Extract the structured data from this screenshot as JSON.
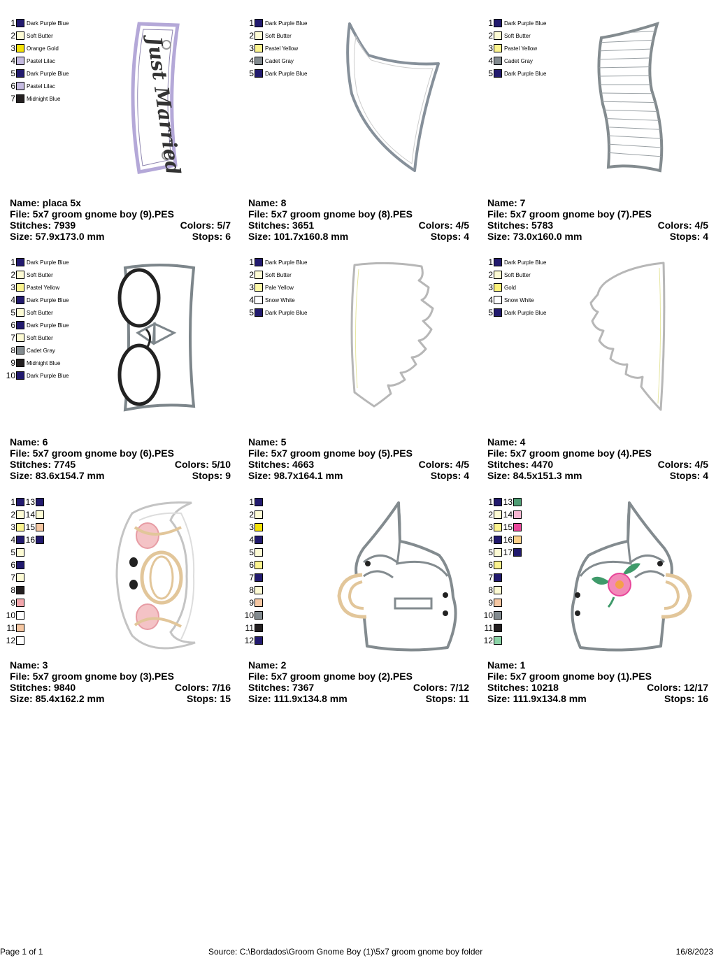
{
  "colors": {
    "dark_purple_blue": "#221a6e",
    "soft_butter": "#fdfbd4",
    "orange_gold": "#f4e206",
    "pastel_lilac": "#c5bbe0",
    "midnight_blue": "#231f20",
    "pastel_yellow": "#fcf48e",
    "cadet_gray": "#838b8f",
    "pale_yellow": "#fdf9a6",
    "snow_white": "#ffffff",
    "gold": "#fcf27a",
    "peach": "#f6c7a2",
    "pink": "#f2a6ac",
    "hot_pink": "#e8469a",
    "jade": "#4e9c73",
    "light_orange": "#fcd089",
    "mint": "#8bd3a7",
    "light_pink": "#f7b6d2"
  },
  "designs": [
    {
      "icon": "just-married-plaque-icon",
      "art_text": "Just Married",
      "legend": [
        {
          "n": "1",
          "color": "#221a6e",
          "name": "Dark Purple Blue"
        },
        {
          "n": "2",
          "color": "#fdfbd4",
          "name": "Soft Butter"
        },
        {
          "n": "3",
          "color": "#f4e206",
          "name": "Orange Gold"
        },
        {
          "n": "4",
          "color": "#c5bbe0",
          "name": "Pastel Lilac"
        },
        {
          "n": "5",
          "color": "#221a6e",
          "name": "Dark Purple Blue"
        },
        {
          "n": "6",
          "color": "#c5bbe0",
          "name": "Pastel Lilac"
        },
        {
          "n": "7",
          "color": "#231f20",
          "name": "Midnight Blue"
        }
      ],
      "name_label": "Name: placa 5x",
      "file_label": "File: 5x7 groom gnome boy (9).PES",
      "stitches_label": "Stitches: 7939",
      "colors_label": "Colors: 5/7",
      "size_label": "Size: 57.9x173.0 mm",
      "stops_label": "Stops: 6"
    },
    {
      "icon": "hat-tip-icon",
      "legend": [
        {
          "n": "1",
          "color": "#221a6e",
          "name": "Dark Purple Blue"
        },
        {
          "n": "2",
          "color": "#fdfbd4",
          "name": "Soft Butter"
        },
        {
          "n": "3",
          "color": "#fcf48e",
          "name": "Pastel Yellow"
        },
        {
          "n": "4",
          "color": "#838b8f",
          "name": "Cadet Gray"
        },
        {
          "n": "5",
          "color": "#221a6e",
          "name": "Dark Purple Blue"
        }
      ],
      "name_label": "Name: 8",
      "file_label": "File: 5x7 groom gnome boy (8).PES",
      "stitches_label": "Stitches: 3651",
      "colors_label": "Colors: 4/5",
      "size_label": "Size: 101.7x160.8 mm",
      "stops_label": "Stops: 4"
    },
    {
      "icon": "striped-hat-icon",
      "legend": [
        {
          "n": "1",
          "color": "#221a6e",
          "name": "Dark Purple Blue"
        },
        {
          "n": "2",
          "color": "#fdfbd4",
          "name": "Soft Butter"
        },
        {
          "n": "3",
          "color": "#fcf48e",
          "name": "Pastel Yellow"
        },
        {
          "n": "4",
          "color": "#838b8f",
          "name": "Cadet Gray"
        },
        {
          "n": "5",
          "color": "#221a6e",
          "name": "Dark Purple Blue"
        }
      ],
      "name_label": "Name: 7",
      "file_label": "File: 5x7 groom gnome boy (7).PES",
      "stitches_label": "Stitches: 5783",
      "colors_label": "Colors: 4/5",
      "size_label": "Size: 73.0x160.0 mm",
      "stops_label": "Stops: 4"
    },
    {
      "icon": "glasses-bowtie-icon",
      "legend": [
        {
          "n": "1",
          "color": "#221a6e",
          "name": "Dark Purple Blue"
        },
        {
          "n": "2",
          "color": "#fdfbd4",
          "name": "Soft Butter"
        },
        {
          "n": "3",
          "color": "#fcf48e",
          "name": "Pastel Yellow"
        },
        {
          "n": "4",
          "color": "#221a6e",
          "name": "Dark Purple Blue"
        },
        {
          "n": "5",
          "color": "#fdfbd4",
          "name": "Soft Butter"
        },
        {
          "n": "6",
          "color": "#221a6e",
          "name": "Dark Purple Blue"
        },
        {
          "n": "7",
          "color": "#fdfbd4",
          "name": "Soft Butter"
        },
        {
          "n": "8",
          "color": "#838b8f",
          "name": "Cadet Gray"
        },
        {
          "n": "9",
          "color": "#231f20",
          "name": "Midnight Blue"
        },
        {
          "n": "10",
          "color": "#221a6e",
          "name": "Dark Purple Blue"
        }
      ],
      "name_label": "Name: 6",
      "file_label": "File: 5x7 groom gnome boy (6).PES",
      "stitches_label": "Stitches: 7745",
      "colors_label": "Colors: 5/10",
      "size_label": "Size: 83.6x154.7 mm",
      "stops_label": "Stops: 9"
    },
    {
      "icon": "beard-left-icon",
      "legend": [
        {
          "n": "1",
          "color": "#221a6e",
          "name": "Dark Purple Blue"
        },
        {
          "n": "2",
          "color": "#fdfbd4",
          "name": "Soft Butter"
        },
        {
          "n": "3",
          "color": "#fdf9a6",
          "name": "Pale Yellow"
        },
        {
          "n": "4",
          "color": "#ffffff",
          "name": "Snow White"
        },
        {
          "n": "5",
          "color": "#221a6e",
          "name": "Dark Purple Blue"
        }
      ],
      "name_label": "Name: 5",
      "file_label": "File: 5x7 groom gnome boy (5).PES",
      "stitches_label": "Stitches: 4663",
      "colors_label": "Colors: 4/5",
      "size_label": "Size: 98.7x164.1 mm",
      "stops_label": "Stops: 4"
    },
    {
      "icon": "beard-right-icon",
      "legend": [
        {
          "n": "1",
          "color": "#221a6e",
          "name": "Dark Purple Blue"
        },
        {
          "n": "2",
          "color": "#fdfbd4",
          "name": "Soft Butter"
        },
        {
          "n": "3",
          "color": "#fcf27a",
          "name": "Gold"
        },
        {
          "n": "4",
          "color": "#ffffff",
          "name": "Snow White"
        },
        {
          "n": "5",
          "color": "#221a6e",
          "name": "Dark Purple Blue"
        }
      ],
      "name_label": "Name: 4",
      "file_label": "File: 5x7 groom gnome boy (4).PES",
      "stitches_label": "Stitches: 4470",
      "colors_label": "Colors: 4/5",
      "size_label": "Size: 84.5x151.3 mm",
      "stops_label": "Stops: 4"
    },
    {
      "icon": "gnome-face-icon",
      "legend": [
        {
          "n": "1",
          "color": "#221a6e"
        },
        {
          "n": "2",
          "color": "#fdfbd4"
        },
        {
          "n": "3",
          "color": "#fcf48e"
        },
        {
          "n": "4",
          "color": "#221a6e"
        },
        {
          "n": "5",
          "color": "#fdfbd4"
        },
        {
          "n": "6",
          "color": "#221a6e"
        },
        {
          "n": "7",
          "color": "#fdfbd4"
        },
        {
          "n": "8",
          "color": "#231f20"
        },
        {
          "n": "9",
          "color": "#f2a6ac"
        },
        {
          "n": "10",
          "color": "#ffffff"
        },
        {
          "n": "11",
          "color": "#f6c7a2"
        },
        {
          "n": "12",
          "color": "#ffffff"
        }
      ],
      "legend2": [
        {
          "n": "13",
          "color": "#221a6e"
        },
        {
          "n": "14",
          "color": "#fdfbd4"
        },
        {
          "n": "15",
          "color": "#f6c7a2"
        },
        {
          "n": "16",
          "color": "#221a6e"
        }
      ],
      "name_label": "Name: 3",
      "file_label": "File: 5x7 groom gnome boy (3).PES",
      "stitches_label": "Stitches: 9840",
      "colors_label": "Colors: 7/16",
      "size_label": "Size: 85.4x162.2 mm",
      "stops_label": "Stops: 15"
    },
    {
      "icon": "gnome-hat-plain-icon",
      "legend": [
        {
          "n": "1",
          "color": "#221a6e"
        },
        {
          "n": "2",
          "color": "#fdfbd4"
        },
        {
          "n": "3",
          "color": "#f4e206"
        },
        {
          "n": "4",
          "color": "#221a6e"
        },
        {
          "n": "5",
          "color": "#fdfbd4"
        },
        {
          "n": "6",
          "color": "#fcf48e"
        },
        {
          "n": "7",
          "color": "#221a6e"
        },
        {
          "n": "8",
          "color": "#fdfbd4"
        },
        {
          "n": "9",
          "color": "#f6c7a2"
        },
        {
          "n": "10",
          "color": "#838b8f"
        },
        {
          "n": "11",
          "color": "#231f20"
        },
        {
          "n": "12",
          "color": "#221a6e"
        }
      ],
      "name_label": "Name: 2",
      "file_label": "File: 5x7 groom gnome boy (2).PES",
      "stitches_label": "Stitches: 7367",
      "colors_label": "Colors: 7/12",
      "size_label": "Size: 111.9x134.8 mm",
      "stops_label": "Stops: 11"
    },
    {
      "icon": "gnome-hat-flower-icon",
      "legend": [
        {
          "n": "1",
          "color": "#221a6e"
        },
        {
          "n": "2",
          "color": "#fdfbd4"
        },
        {
          "n": "3",
          "color": "#fcf48e"
        },
        {
          "n": "4",
          "color": "#221a6e"
        },
        {
          "n": "5",
          "color": "#fdfbd4"
        },
        {
          "n": "6",
          "color": "#fcf48e"
        },
        {
          "n": "7",
          "color": "#221a6e"
        },
        {
          "n": "8",
          "color": "#fdfbd4"
        },
        {
          "n": "9",
          "color": "#f6c7a2"
        },
        {
          "n": "10",
          "color": "#838b8f"
        },
        {
          "n": "11",
          "color": "#231f20"
        },
        {
          "n": "12",
          "color": "#8bd3a7"
        }
      ],
      "legend2": [
        {
          "n": "13",
          "color": "#4e9c73"
        },
        {
          "n": "14",
          "color": "#f7b6d2"
        },
        {
          "n": "15",
          "color": "#e8469a"
        },
        {
          "n": "16",
          "color": "#fcd089"
        },
        {
          "n": "17",
          "color": "#221a6e"
        }
      ],
      "name_label": "Name: 1",
      "file_label": "File: 5x7 groom gnome boy (1).PES",
      "stitches_label": "Stitches: 10218",
      "colors_label": "Colors: 12/17",
      "size_label": "Size: 111.9x134.8 mm",
      "stops_label": "Stops: 16"
    }
  ],
  "footer": {
    "page": "Page 1 of 1",
    "source": "Source: C:\\Bordados\\Groom Gnome Boy (1)\\5x7  groom gnome boy folder",
    "date": "16/8/2023"
  }
}
